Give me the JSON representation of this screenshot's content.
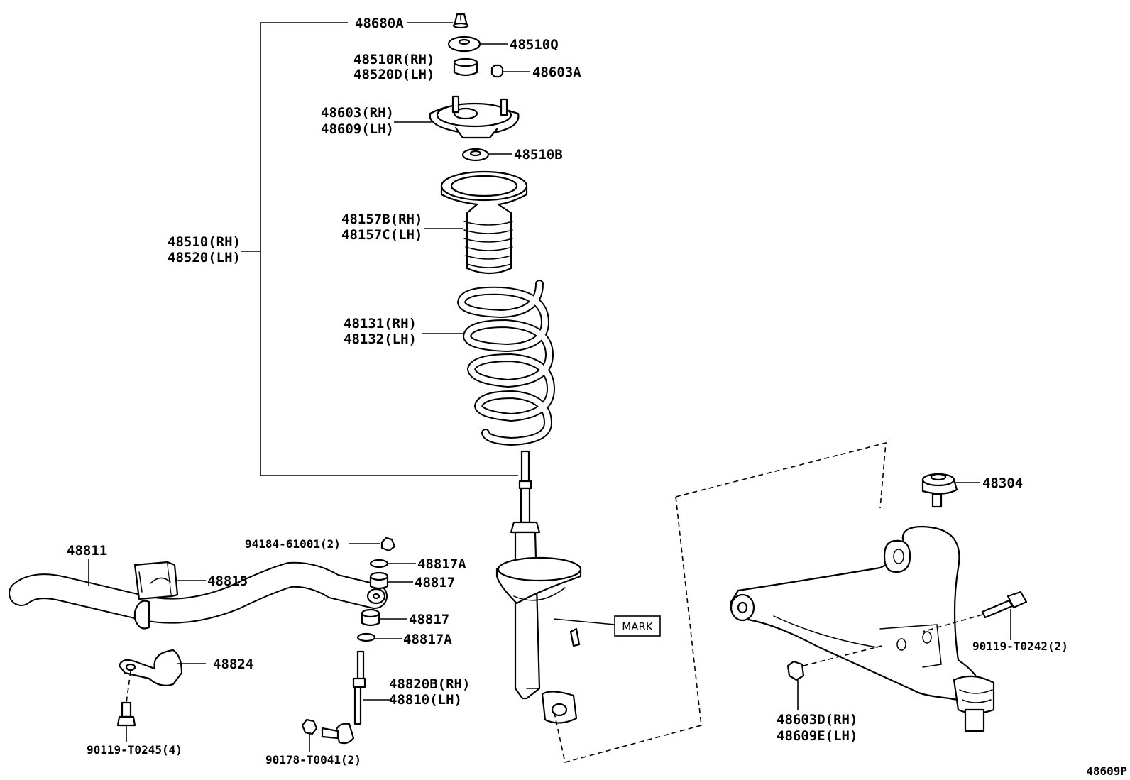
{
  "diagram_code": "48609P",
  "labels": {
    "l48680A": "48680A",
    "l48510Q": "48510Q",
    "l48510R": "48510R(RH)",
    "l48520D": "48520D(LH)",
    "l48603A": "48603A",
    "l48603": "48603(RH)",
    "l48609": "48609(LH)",
    "l48510B": "48510B",
    "l48157B": "48157B(RH)",
    "l48157C": "48157C(LH)",
    "l48510": "48510(RH)",
    "l48520": "48520(LH)",
    "l48131": "48131(RH)",
    "l48132": "48132(LH)",
    "l48304": "48304",
    "l94184": "94184-61001(2)",
    "l48811": "48811",
    "l48817A_top": "48817A",
    "l48815": "48815",
    "l48817_top": "48817",
    "l48817_bot": "48817",
    "l48817A_bot": "48817A",
    "l48824": "48824",
    "l48820B": "48820B(RH)",
    "l48810": "48810(LH)",
    "l90119T0245": "90119-T0245(4)",
    "l90178": "90178-T0041(2)",
    "l90119T0242": "90119-T0242(2)",
    "l48603D": "48603D(RH)",
    "l48609E": "48609E(LH)",
    "mark": "MARK"
  }
}
